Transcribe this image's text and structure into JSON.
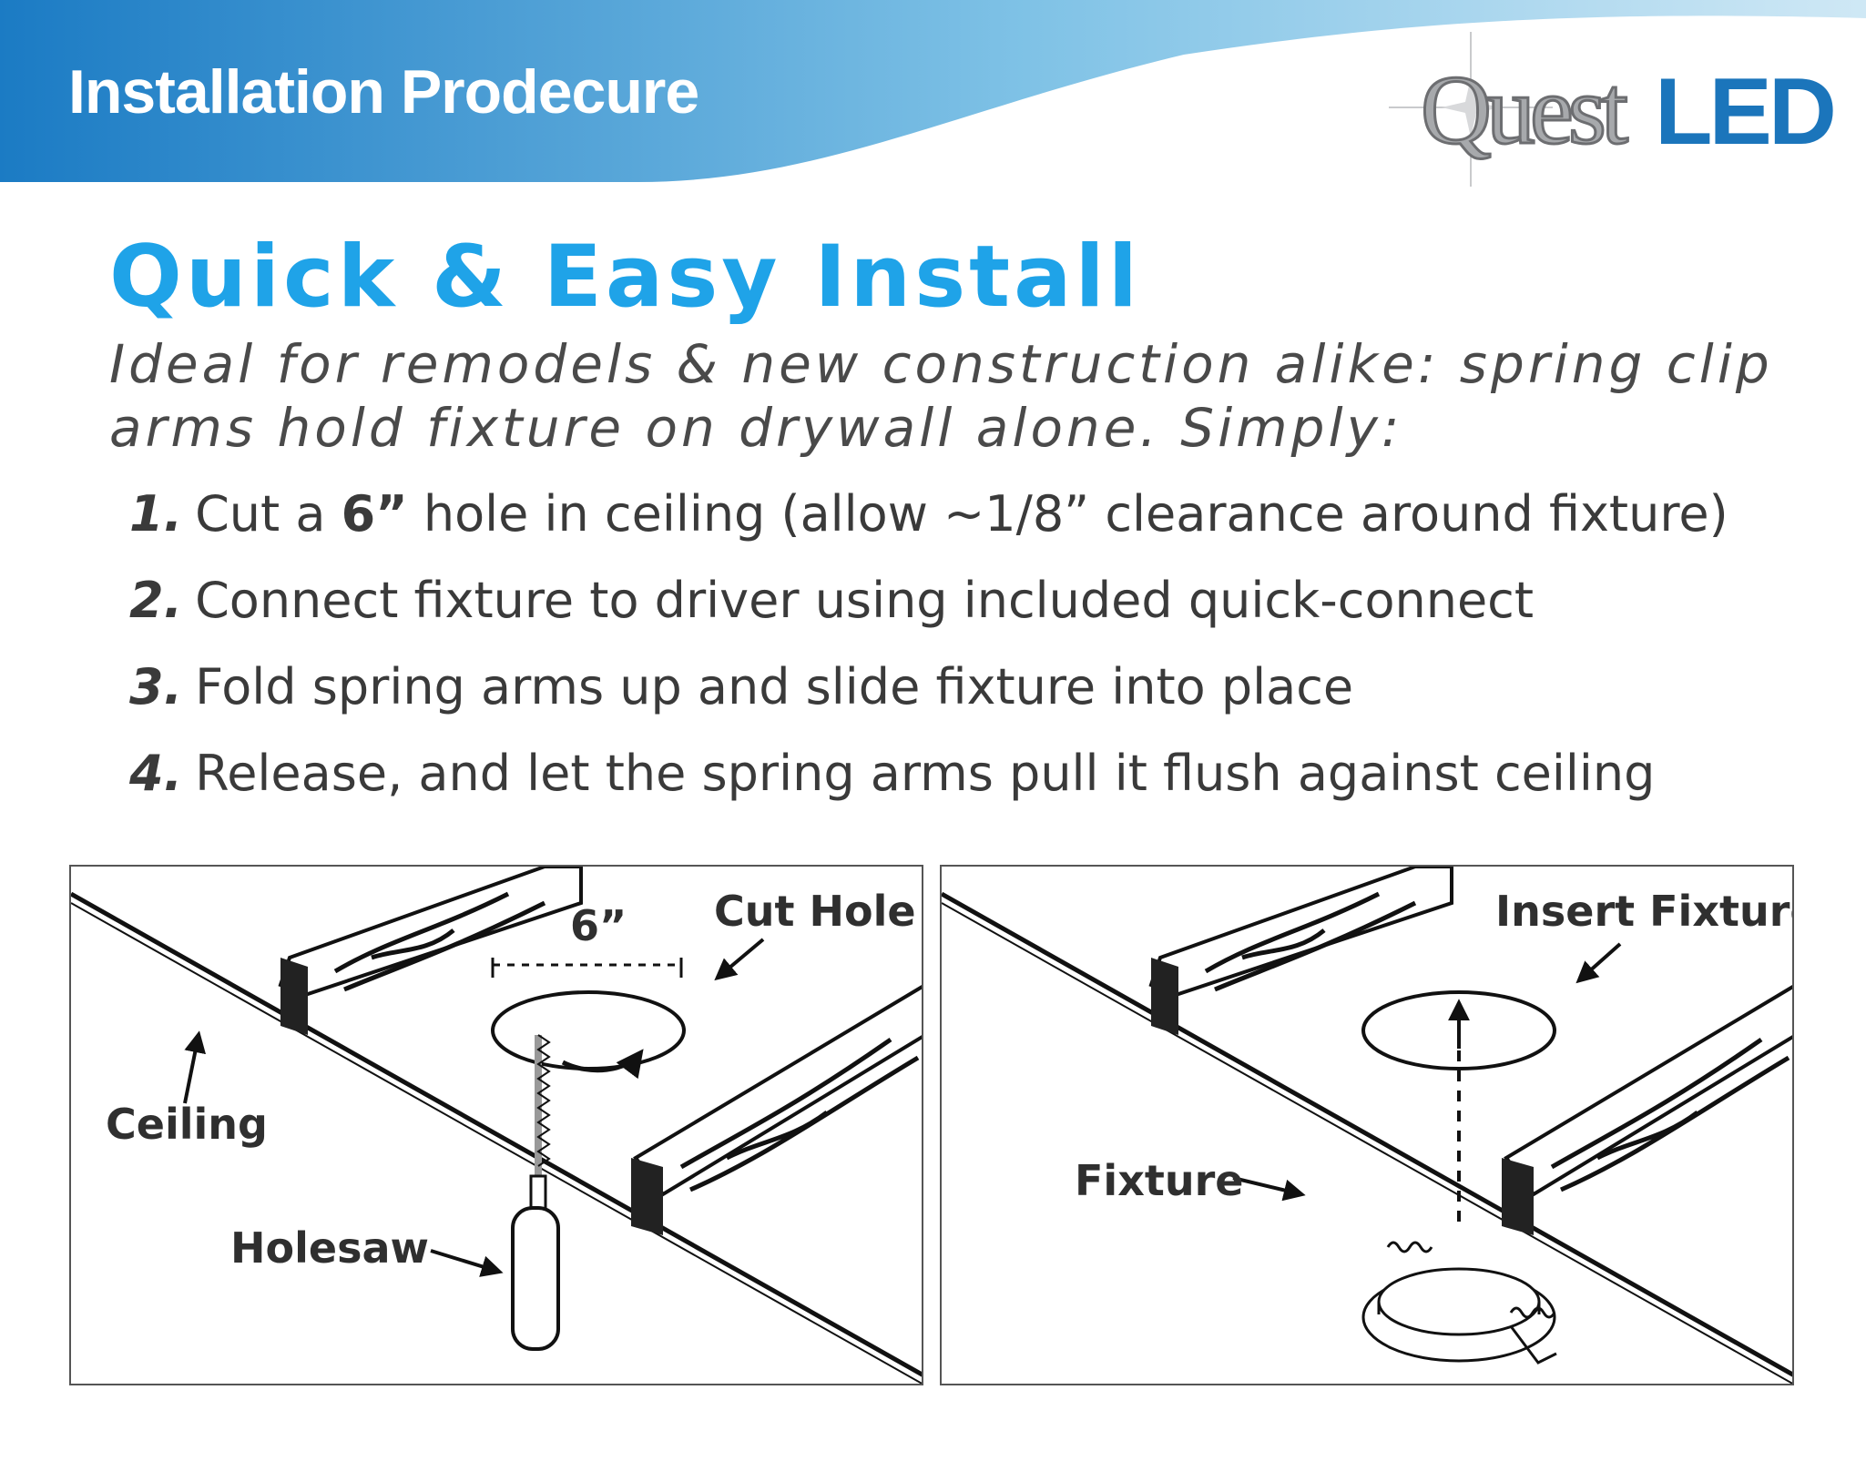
{
  "header": {
    "title": "Installation Prodecure",
    "brand_colors": {
      "band_dark": "#1b7bc4",
      "band_light": "#8ccbea",
      "accent": "#1fa3e8"
    }
  },
  "logo": {
    "part1": "Quest",
    "part2": "LED"
  },
  "headline": "Quick & Easy Install",
  "intro": {
    "line1": "Ideal for remodels & new construction alike: spring clip",
    "line2": "arms hold fixture on drywall alone. Simply:"
  },
  "steps": [
    {
      "num": "1.",
      "pre": "Cut a ",
      "bold": "6”",
      "post": " hole in ceiling (allow ~1/8” clearance around fixture)"
    },
    {
      "num": "2.",
      "pre": "",
      "bold": "",
      "post": "Connect fixture to driver using included quick-connect"
    },
    {
      "num": "3.",
      "pre": "",
      "bold": "",
      "post": "Fold spring arms up and slide fixture into place"
    },
    {
      "num": "4.",
      "pre": "",
      "bold": "",
      "post": "Release, and let the spring arms pull it flush against ceiling"
    }
  ],
  "panel_left": {
    "dimension": "6”",
    "cut_hole": "Cut Hole",
    "ceiling": "Ceiling",
    "holesaw": "Holesaw"
  },
  "panel_right": {
    "insert_fixture": "Insert Fixture",
    "fixture": "Fixture"
  }
}
